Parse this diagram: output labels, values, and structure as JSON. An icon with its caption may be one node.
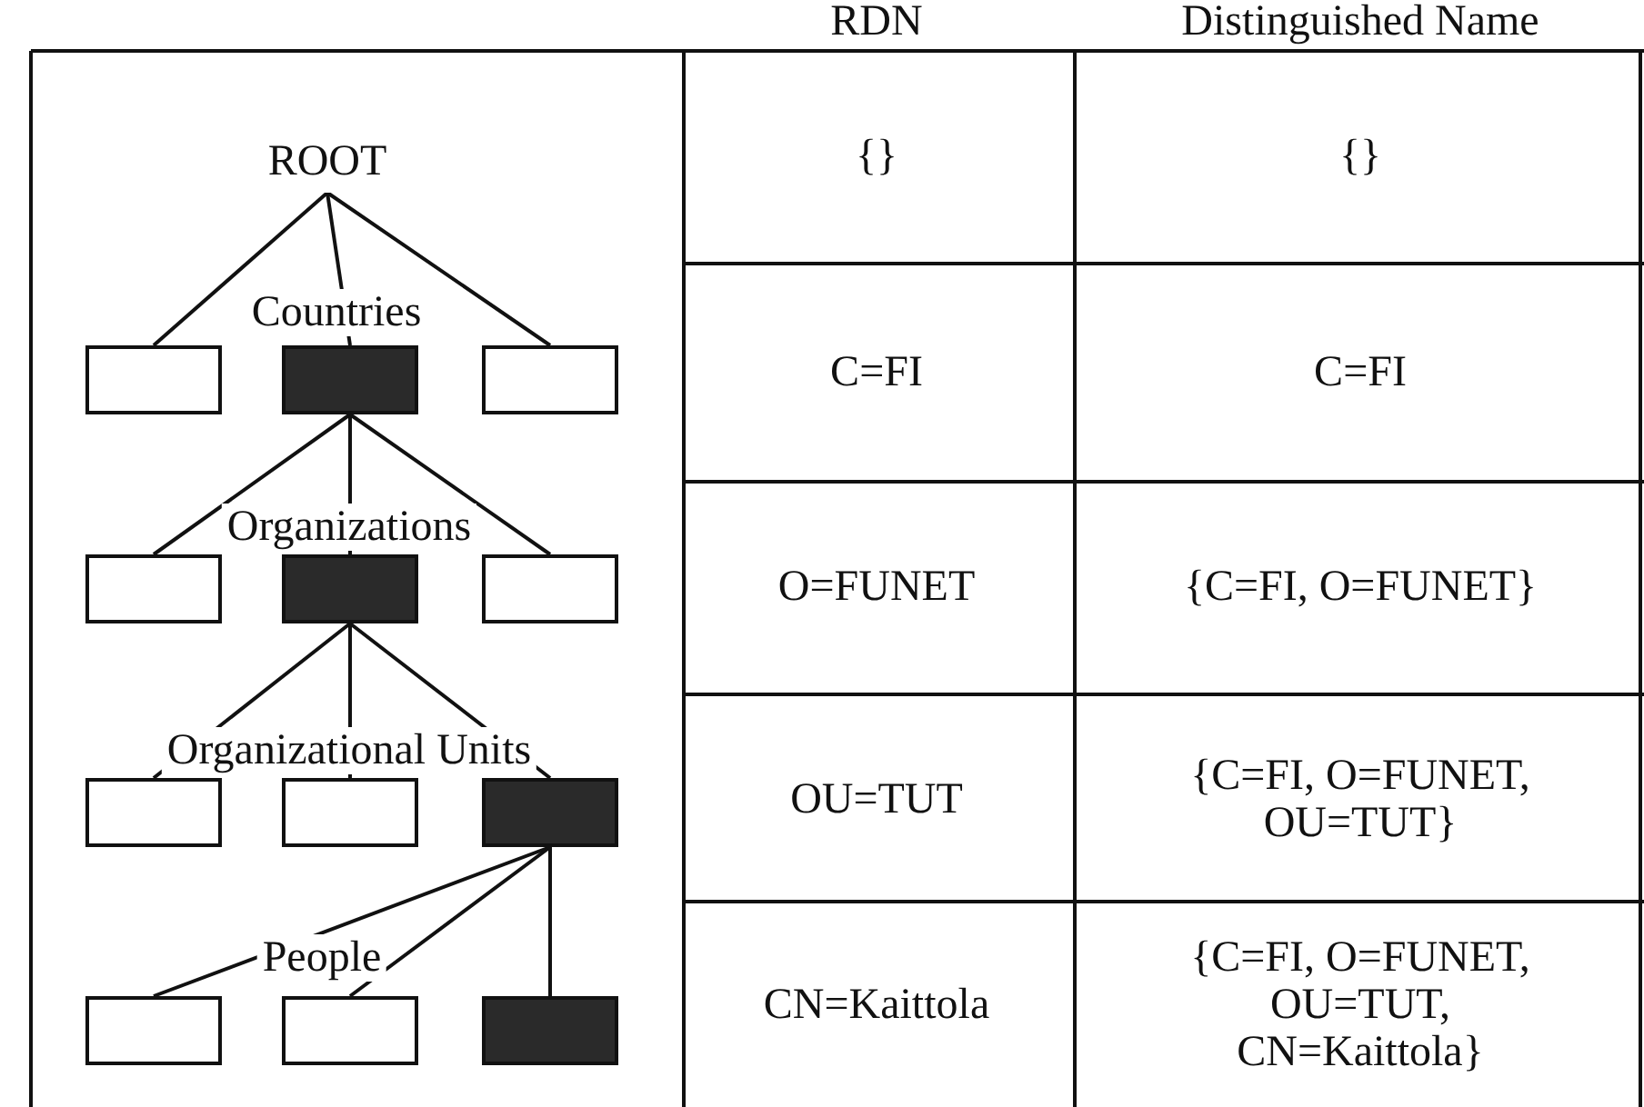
{
  "diagram": {
    "nodes": [
      {
        "text": [
          "ROOT"
        ]
      },
      {
        "text": [],
        "shape": "box"
      },
      {
        "text": [],
        "shape": "box"
      },
      {
        "text": [],
        "shape": "box"
      },
      {
        "text": [],
        "shape": "box"
      },
      {
        "text": [],
        "shape": "box"
      },
      {
        "text": [],
        "shape": "box"
      },
      {
        "text": [],
        "shape": "box"
      },
      {
        "text": [],
        "shape": "box"
      },
      {
        "text": [],
        "shape": "box"
      },
      {
        "text": [],
        "shape": "box"
      },
      {
        "text": [],
        "shape": "box"
      },
      {
        "text": [],
        "shape": "box"
      }
    ],
    "edges": [
      {
        "from": 0,
        "to": 1,
        "arrow": "none"
      },
      {
        "from": 0,
        "to": 2,
        "arrow": "none"
      },
      {
        "from": 0,
        "to": 3,
        "arrow": "none"
      },
      {
        "from": 2,
        "to": 4,
        "arrow": "none"
      },
      {
        "from": 2,
        "to": 5,
        "arrow": "none"
      },
      {
        "from": 2,
        "to": 6,
        "arrow": "none"
      },
      {
        "from": 5,
        "to": 7,
        "arrow": "none"
      },
      {
        "from": 5,
        "to": 8,
        "arrow": "none"
      },
      {
        "from": 5,
        "to": 9,
        "arrow": "none"
      },
      {
        "from": 9,
        "to": 10,
        "arrow": "none"
      },
      {
        "from": 9,
        "to": 11,
        "arrow": "none"
      },
      {
        "from": 9,
        "to": 12,
        "arrow": "none"
      }
    ],
    "labels": [
      "RDN",
      "Distinguished Name",
      "{}",
      "{}",
      "Countries",
      "C=FI",
      "C=FI",
      "Organizations",
      "O=FUNET",
      "{C=FI, O=FUNET}",
      "Organizational Units",
      "OU=TUT",
      "{C=FI, O=FUNET, OU=TUT}",
      "People",
      "CN=Kaittola",
      "{C=FI, O=FUNET, OU=TUT, CN=Kaittola}"
    ]
  }
}
